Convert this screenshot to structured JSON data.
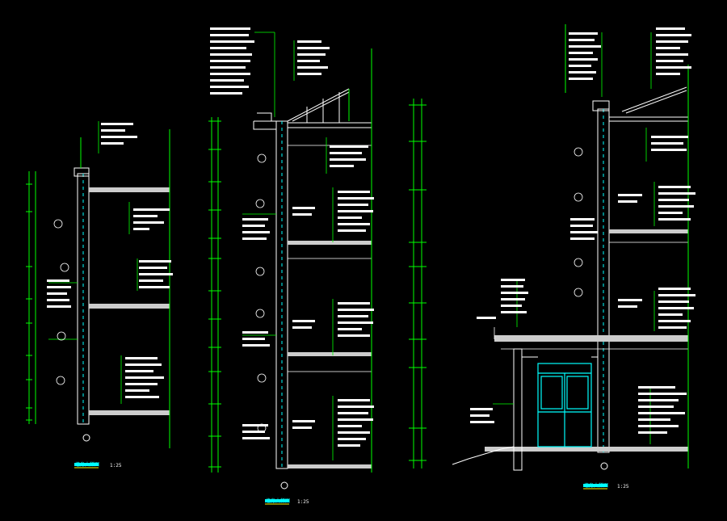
{
  "drawing": {
    "background": "#000000",
    "colors": {
      "dim": "#00ff00",
      "wall": "#ffffff",
      "text": "#ffffff",
      "accent_cyan": "#00ffff",
      "slab_fill": "#ffffff",
      "title_yellow": "#ffff00",
      "title_cyan": "#00ffff"
    },
    "sections": [
      {
        "title": "墙身大样图",
        "scale": "1:25"
      },
      {
        "title": "墙身大样图",
        "scale": "1:25"
      },
      {
        "title": "墙身大样图",
        "scale": "1:25"
      }
    ]
  }
}
